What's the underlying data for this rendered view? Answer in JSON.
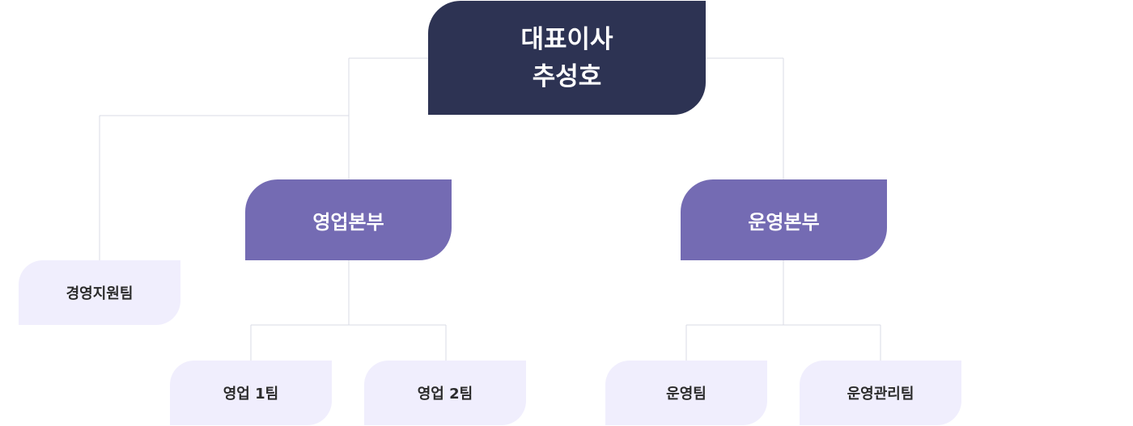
{
  "ceo": {
    "title": "대표이사",
    "name": "추성호"
  },
  "divisions": [
    {
      "label": "영업본부",
      "teams": [
        "영업 1팀",
        "영업 2팀"
      ]
    },
    {
      "label": "운영본부",
      "teams": [
        "운영팀",
        "운영관리팀"
      ]
    }
  ],
  "staff_team": "경영지원팀",
  "colors": {
    "ceo_bg": "#2d3353",
    "division_bg": "#746bb3",
    "team_bg": "#f0eefd",
    "connector": "#d9dbe6"
  }
}
